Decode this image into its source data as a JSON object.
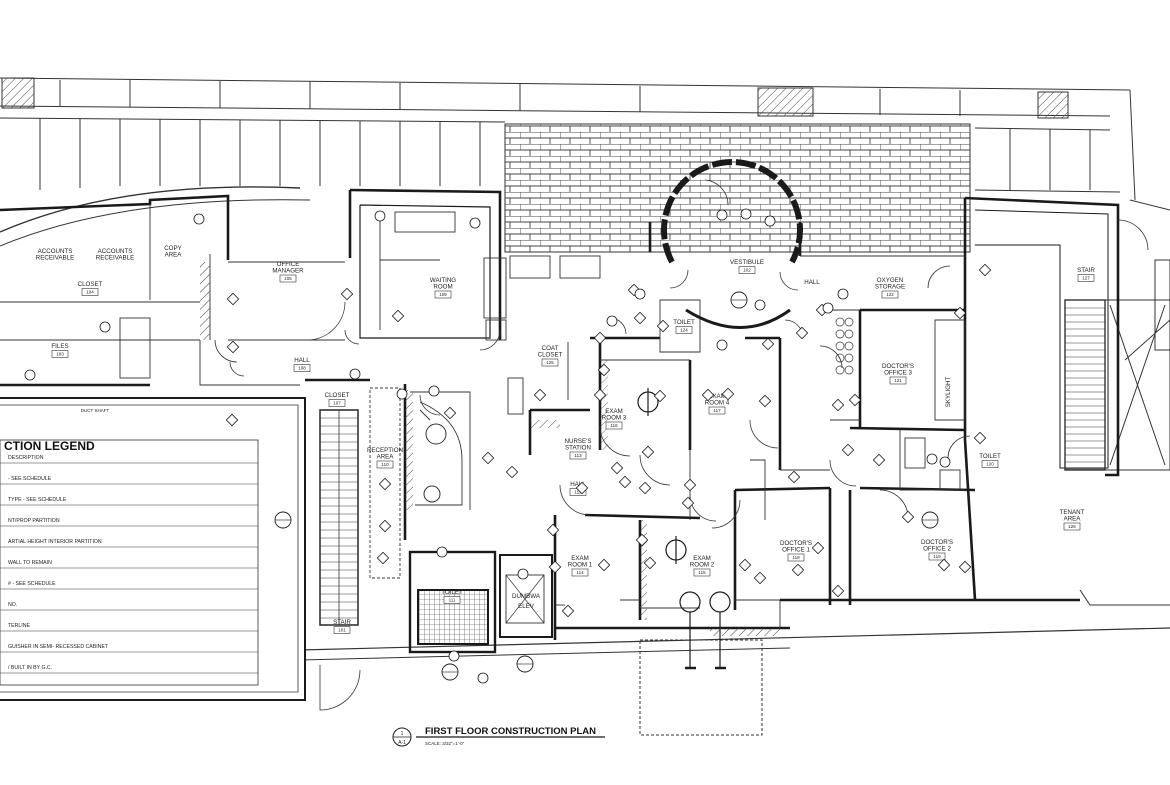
{
  "accent": "#1a1a1a",
  "rooms": [
    {
      "id": "accounts-receivable-1",
      "lines": [
        "ACCOUNTS",
        "RECEIVABLE"
      ],
      "num": ""
    },
    {
      "id": "accounts-receivable-2",
      "lines": [
        "ACCOUNTS",
        "RECEIVABLE"
      ],
      "num": ""
    },
    {
      "id": "copy-area",
      "lines": [
        "COPY",
        "AREA"
      ],
      "num": ""
    },
    {
      "id": "closet-104",
      "lines": [
        "CLOSET"
      ],
      "num": "104"
    },
    {
      "id": "files",
      "lines": [
        "FILES"
      ],
      "num": "103"
    },
    {
      "id": "office-manager",
      "lines": [
        "OFFICE",
        "MANAGER"
      ],
      "num": "105"
    },
    {
      "id": "waiting-room",
      "lines": [
        "WAITING",
        "ROOM"
      ],
      "num": "109"
    },
    {
      "id": "vestibule",
      "lines": [
        "VESTIBULE"
      ],
      "num": "102"
    },
    {
      "id": "hall-top",
      "lines": [
        "HALL"
      ],
      "num": ""
    },
    {
      "id": "oxygen-storage",
      "lines": [
        "OXYGEN",
        "STORAGE"
      ],
      "num": "122"
    },
    {
      "id": "stair-right",
      "lines": [
        "STAIR"
      ],
      "num": "127"
    },
    {
      "id": "hall-108",
      "lines": [
        "HALL"
      ],
      "num": "108"
    },
    {
      "id": "coat-closet",
      "lines": [
        "COAT",
        "CLOSET"
      ],
      "num": "125"
    },
    {
      "id": "toilet-124",
      "lines": [
        "TOILET"
      ],
      "num": "124"
    },
    {
      "id": "exam-room-3",
      "lines": [
        "EXAM",
        "ROOM 3"
      ],
      "num": "116"
    },
    {
      "id": "exam-room-4",
      "lines": [
        "EXAM",
        "ROOM 4"
      ],
      "num": "117"
    },
    {
      "id": "doctors-office-3",
      "lines": [
        "DOCTOR'S",
        "OFFICE 3"
      ],
      "num": "121"
    },
    {
      "id": "closet-107",
      "lines": [
        "CLOSET"
      ],
      "num": "107"
    },
    {
      "id": "reception-area",
      "lines": [
        "RECEPTION",
        "AREA"
      ],
      "num": "110"
    },
    {
      "id": "nurses-station",
      "lines": [
        "NURSE'S",
        "STATION"
      ],
      "num": "113"
    },
    {
      "id": "hall-112",
      "lines": [
        "HALL"
      ],
      "num": "112"
    },
    {
      "id": "toilet-120",
      "lines": [
        "TOILET"
      ],
      "num": "120"
    },
    {
      "id": "tenant-area",
      "lines": [
        "TENANT",
        "AREA"
      ],
      "num": "126"
    },
    {
      "id": "doctors-office-1",
      "lines": [
        "DOCTOR'S",
        "OFFICE 1"
      ],
      "num": "118"
    },
    {
      "id": "doctors-office-2",
      "lines": [
        "DOCTOR'S",
        "OFFICE 2"
      ],
      "num": "119"
    },
    {
      "id": "exam-room-1",
      "lines": [
        "EXAM",
        "ROOM 1"
      ],
      "num": "114"
    },
    {
      "id": "exam-room-2",
      "lines": [
        "EXAM",
        "ROOM 2"
      ],
      "num": "115"
    },
    {
      "id": "toilet-111",
      "lines": [
        "TOILET"
      ],
      "num": "111"
    },
    {
      "id": "stair-left",
      "lines": [
        "STAIR"
      ],
      "num": "101"
    }
  ],
  "elevator_label": [
    "DUMBWA",
    "ELEV"
  ],
  "skylight_label": "SKYLIGHT",
  "duct_label": "DUCT SHAFT",
  "legend": {
    "title": "CTION LEGEND",
    "rows": [
      "DESCRIPTION",
      "- SEE SCHEDULE",
      "TYPE - SEE SCHEDULE",
      "NT/PROP PARTITION",
      "ARTIAL HEIGHT INTERIOR PARTITION",
      "WALL TO REMAIN",
      "# - SEE SCHEDULE",
      "NO.",
      "TERLINE",
      "GUISHER IN SEMI- RECESSED CABINET",
      "/ BUILT IN BY G.C."
    ]
  },
  "plan_title": "FIRST FLOOR CONSTRUCTION PLAN",
  "plan_scale": "SCALE: 3/32\"=1'-0\"",
  "title_tag": {
    "top": "1",
    "bottom": "A-1"
  }
}
